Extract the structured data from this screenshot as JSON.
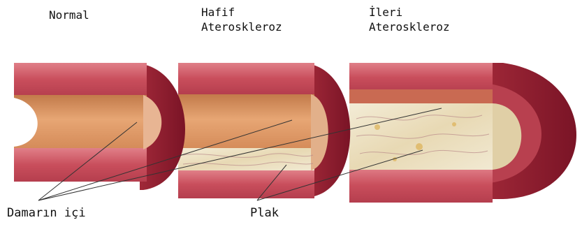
{
  "stages": [
    {
      "title": "Normal"
    },
    {
      "title_line1": "Hafif",
      "title_line2": "Ateroskleroz"
    },
    {
      "title_line1": "İleri",
      "title_line2": "Ateroskleroz"
    }
  ],
  "callouts": {
    "lumen": "Damarın içi",
    "plaque": "Plak"
  },
  "colors": {
    "vessel_wall": "#c94e5c",
    "wall_dark": "#8e1f30",
    "lumen": "#dc9766",
    "plaque": "#efe6c8"
  }
}
